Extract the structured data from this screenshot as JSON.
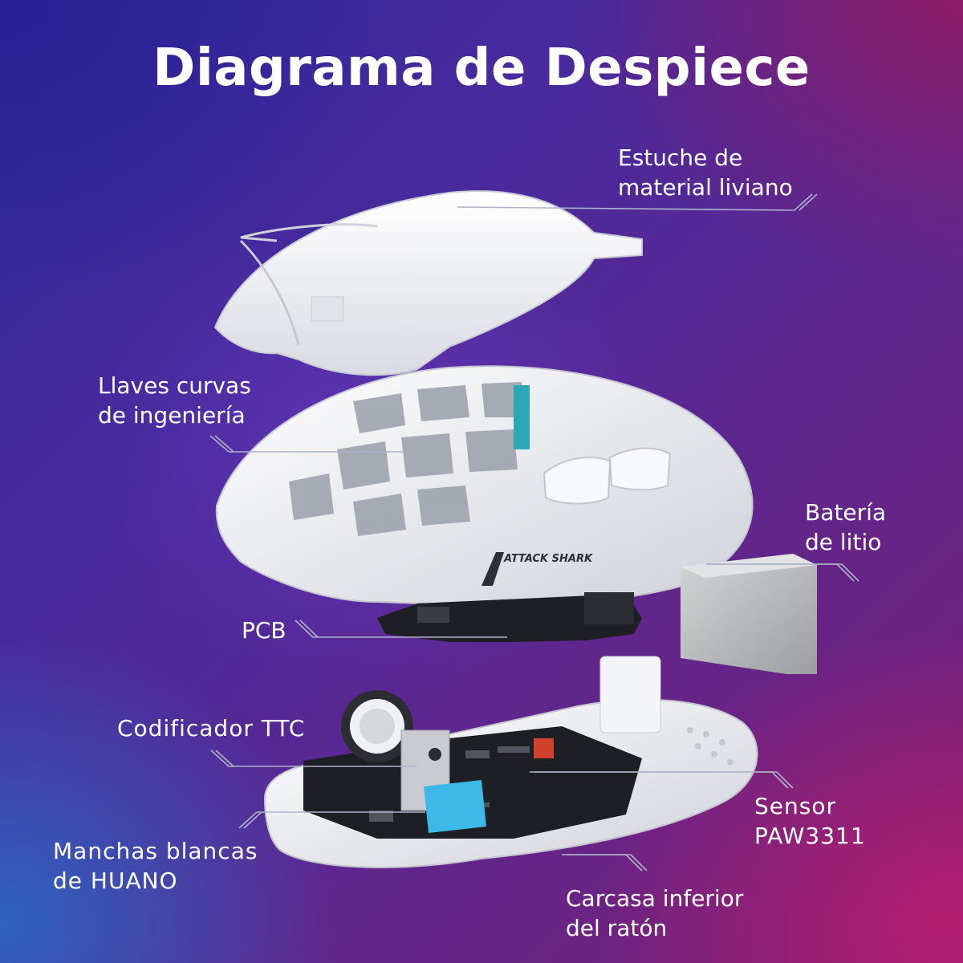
{
  "title": "Diagrama de Despiece",
  "colors": {
    "leader_line": "#aeb4c9",
    "shell_white": "#f2f3f6",
    "pcb_black": "#1d1f24",
    "battery_gray": "#b7b8ba",
    "switch_blue": "#3cb9e6"
  },
  "labels": {
    "estuche": {
      "line1": "Estuche de",
      "line2": "material liviano"
    },
    "llaves": {
      "line1": "Llaves curvas",
      "line2": "de ingeniería"
    },
    "bateria": {
      "line1": "Batería",
      "line2": "de litio"
    },
    "pcb": {
      "line1": "PCB"
    },
    "codificador": {
      "line1": "Codificador TTC"
    },
    "sensor": {
      "line1": "Sensor",
      "line2": "PAW3311"
    },
    "manchas": {
      "line1": "Manchas blancas",
      "line2": "de HUANO"
    },
    "carcasa": {
      "line1": "Carcasa inferior",
      "line2": "del ratón"
    }
  },
  "brand_mark": "ATTACK SHARK"
}
